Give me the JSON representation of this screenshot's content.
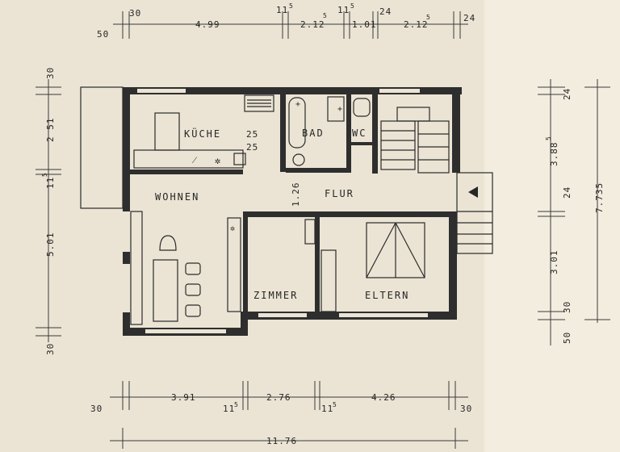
{
  "rooms": {
    "kueche": "KÜCHE",
    "bad": "BAD",
    "wc": "WC",
    "wohnen": "WOHNEN",
    "flur": "FLUR",
    "zimmer": "ZIMMER",
    "eltern": "ELTERN"
  },
  "kitchen_marks": {
    "a": "25",
    "b": "25"
  },
  "flur_width": "1.26",
  "top_dims": {
    "d50": "50",
    "d30": "30",
    "d499": "4.99",
    "d115a": "11",
    "d115a_sup": "5",
    "d2125a": "2.12",
    "d2125a_sup": "5",
    "d115b": "11",
    "d115b_sup": "5",
    "d101": "1.01",
    "d24a": "24",
    "d2125b": "2.12",
    "d2125b_sup": "5",
    "d24b": "24"
  },
  "left_dims": {
    "d30top": "30",
    "d251": "2 51",
    "d115": "11",
    "d115_sup": "5",
    "d501": "5.01",
    "d30bottom": "30"
  },
  "right_dims": {
    "d24": "24",
    "d3885": "3.88",
    "d3885_sup": "5",
    "d24b": "24",
    "d7735": "7.735",
    "d301": "3.01",
    "d30": "30",
    "d50": "50"
  },
  "bottom_dims": {
    "d30l": "30",
    "d391": "3.91",
    "d115a": "11",
    "d115a_sup": "5",
    "d276": "2.76",
    "d115b": "11",
    "d115b_sup": "5",
    "d426": "4.26",
    "d30r": "30",
    "d1176": "11.76"
  }
}
